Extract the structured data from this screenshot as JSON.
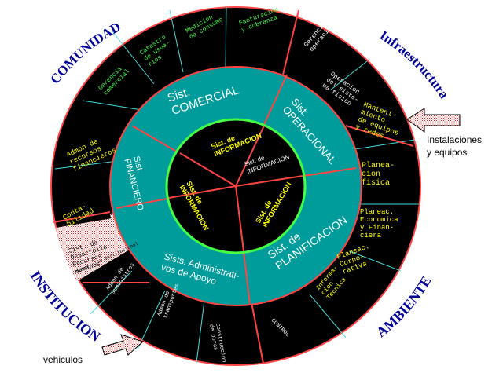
{
  "center": {
    "label_top": "Sist. de\nINFORMACION",
    "label_center": "Sist. de\nINFORMACION",
    "label_left": "Sist. de\nINFORMACION",
    "label_bottom": "Sist. de\nINFORMACION"
  },
  "middle_ring": {
    "comercial": "Sist.\nCOMERCIAL",
    "operacional": "Sist.\nOPERACIONAL",
    "planificacion": "Sist. de\nPLANIFICACION",
    "apoyo": "Sists. Administrati-\nvos de Apoyo",
    "financiero": "Sist.\nFINANCIERO"
  },
  "outer_ring": {
    "comercial": [
      "Gerencia\ncomercial",
      "Catastro\nde usua-\nrios",
      "Medicion\nde consumo",
      "Facturacion\ny cobranza"
    ],
    "operacional": [
      "Gerencia de\noperaciones",
      "Operacion\ndel siste-\nma fisico",
      "Manteni-\nmiento\nde equipos\ny redes"
    ],
    "planificacion": [
      "Planea-\ncion\nfisica",
      "Planeac.\nEconomica\ny Finan-\nciera",
      "Planeac.\nCorpo-\nrativa",
      "Informa-\ncion\nTecnica"
    ],
    "apoyo": [
      "CONTROL",
      "Construccion\nde obras",
      "Admon de\ntransportes",
      "Admon de\nsuministros"
    ],
    "institucional": [
      "Sist. de\nDesarrollo\nRecursos\nHumanos",
      "Desarrollo Institucional"
    ],
    "financiero": [
      "Admon de\nrecursos\nfinancieros",
      "Conta-\nbilidad"
    ]
  },
  "quadrants": {
    "comunidad": "COMUNIDAD",
    "infraestructura": "Infraestructura",
    "ambiente": "AMBIENTE",
    "institucion": "INSTITUCION"
  },
  "side_labels": {
    "instalaciones": "Instalaciones\ny equipos",
    "vehiculos": "vehiculos"
  },
  "colors": {
    "teal": "#009c9c",
    "black": "#000000",
    "red": "#ff4444",
    "green": "#44ff44",
    "yellow": "#ffff00",
    "cyan": "#44dddd",
    "blue": "#000099",
    "white": "#ffffff"
  }
}
